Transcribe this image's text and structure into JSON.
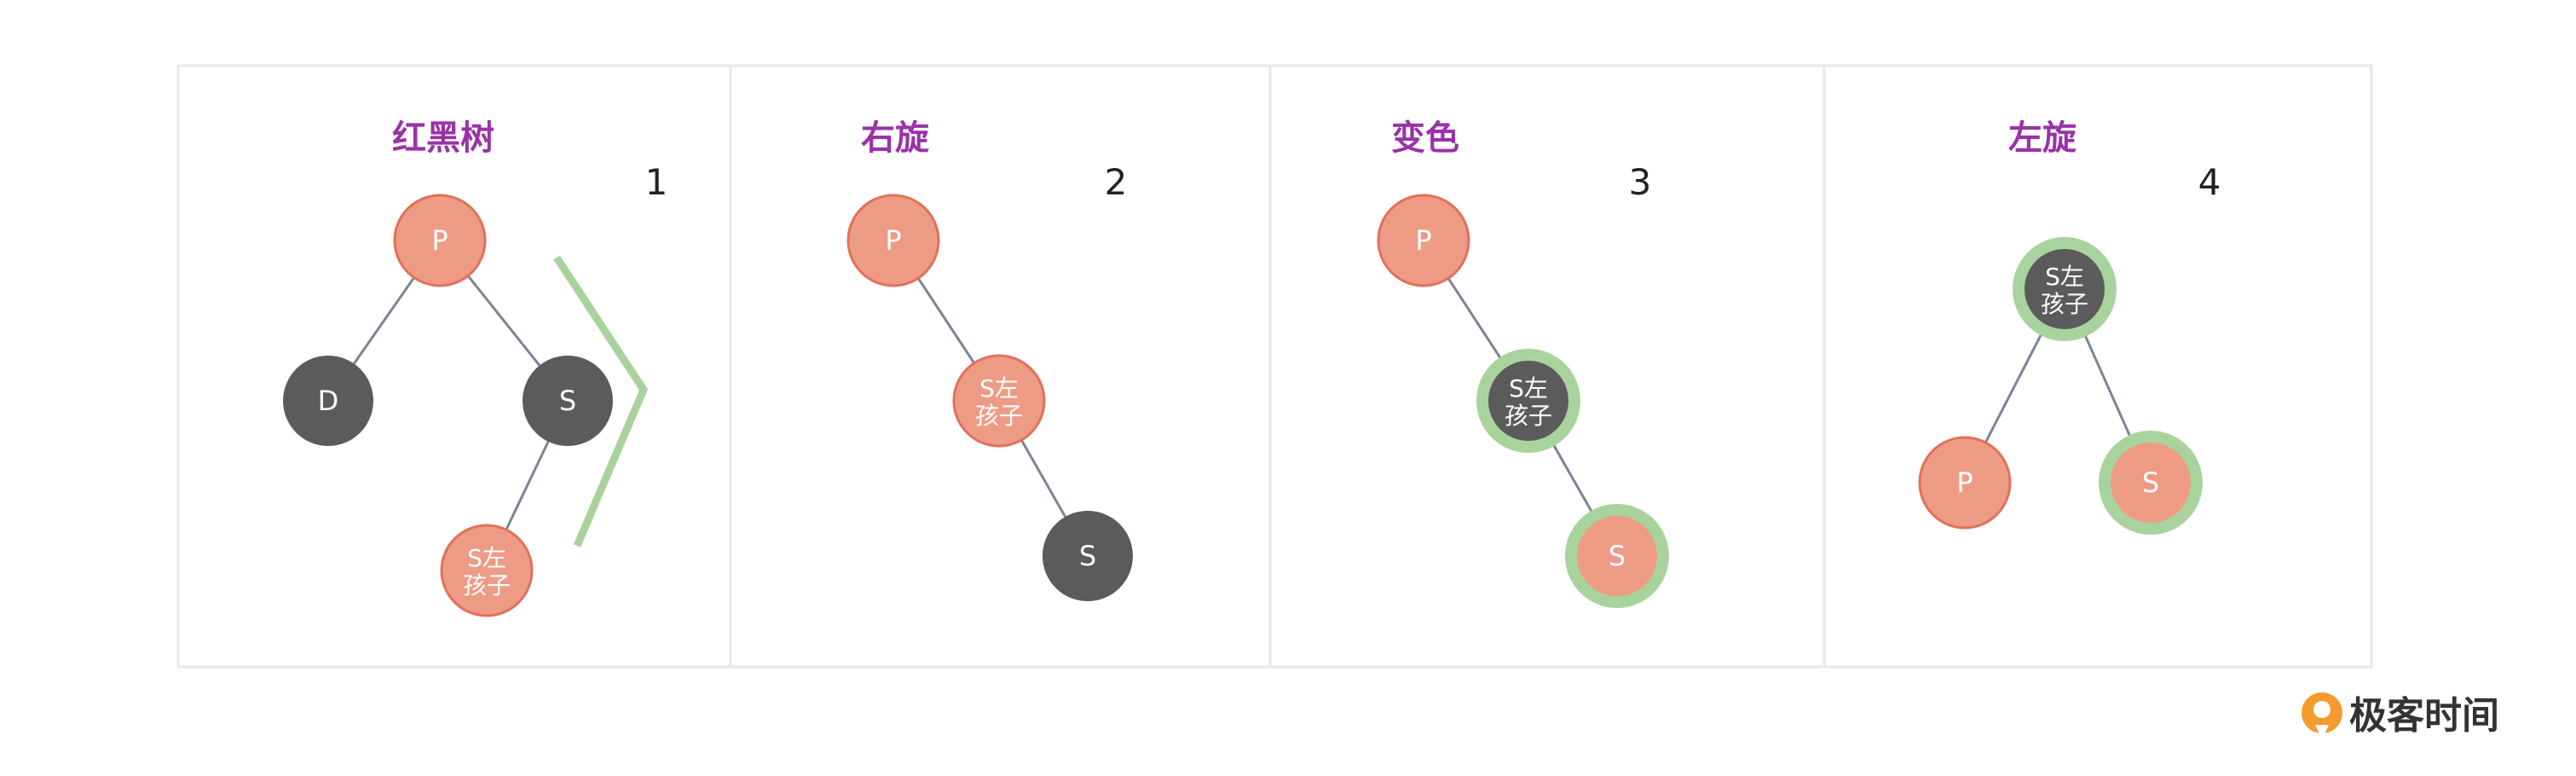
{
  "colors": {
    "red_node": "#ee9b85",
    "red_node_border": "#e2705a",
    "black_node": "#5b5b5b",
    "highlight_ring": "#a9d39c",
    "bracket": "#a9d39c",
    "title": "#9a32a8",
    "edge": "#7c8593",
    "panel_border": "#e8e8e8",
    "logo_orange": "#f59a2c"
  },
  "panels": [
    {
      "title": "红黑树",
      "number": "1",
      "nodes": [
        {
          "id": "P",
          "label": "P",
          "color": "red"
        },
        {
          "id": "D",
          "label": "D",
          "color": "black"
        },
        {
          "id": "S",
          "label": "S",
          "color": "black"
        },
        {
          "id": "SL",
          "label": "S左|孩子",
          "color": "red"
        }
      ],
      "edges": [
        [
          "P",
          "D"
        ],
        [
          "P",
          "S"
        ],
        [
          "S",
          "SL"
        ]
      ]
    },
    {
      "title": "右旋",
      "number": "2",
      "nodes": [
        {
          "id": "P",
          "label": "P",
          "color": "red"
        },
        {
          "id": "SL",
          "label": "S左|孩子",
          "color": "red"
        },
        {
          "id": "S",
          "label": "S",
          "color": "black"
        }
      ],
      "edges": [
        [
          "P",
          "SL"
        ],
        [
          "SL",
          "S"
        ]
      ]
    },
    {
      "title": "变色",
      "number": "3",
      "nodes": [
        {
          "id": "P",
          "label": "P",
          "color": "red"
        },
        {
          "id": "SL",
          "label": "S左|孩子",
          "color": "black",
          "ring": true
        },
        {
          "id": "S",
          "label": "S",
          "color": "red",
          "ring": true
        }
      ],
      "edges": [
        [
          "P",
          "SL"
        ],
        [
          "SL",
          "S"
        ]
      ]
    },
    {
      "title": "左旋",
      "number": "4",
      "nodes": [
        {
          "id": "SL",
          "label": "S左|孩子",
          "color": "black",
          "ring": true
        },
        {
          "id": "P",
          "label": "P",
          "color": "red"
        },
        {
          "id": "S",
          "label": "S",
          "color": "red",
          "ring": true
        }
      ],
      "edges": [
        [
          "SL",
          "P"
        ],
        [
          "SL",
          "S"
        ]
      ]
    }
  ],
  "logo": {
    "text": "极客时间",
    "icon": "geektime-logo-icon"
  }
}
